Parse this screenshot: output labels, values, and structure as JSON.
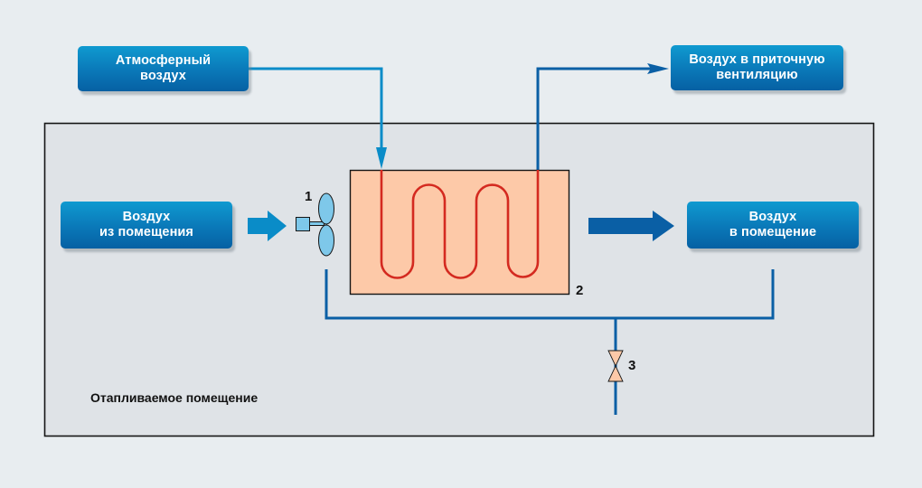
{
  "title": "Схема рекуперации тепла отапливаемого помещения",
  "boxes": {
    "atmospheric_air": {
      "line1": "Атмосферный",
      "line2": "воздух"
    },
    "supply_ventilation": {
      "line1": "Воздух в приточную",
      "line2": "вентиляцию"
    },
    "air_from_room": {
      "line1": "Воздух",
      "line2": "из помещения"
    },
    "air_to_room": {
      "line1": "Воздух",
      "line2": "в помещение"
    }
  },
  "labels": {
    "fan_number": "1",
    "exchanger_number": "2",
    "valve_number": "3",
    "heated_room": "Отапливаемое помещение"
  },
  "components": [
    {
      "id": "1",
      "name": "fan"
    },
    {
      "id": "2",
      "name": "heat-exchanger-coil"
    },
    {
      "id": "3",
      "name": "valve"
    }
  ],
  "colors": {
    "background": "#e8edf0",
    "room_fill": "#dfe3e7",
    "box_top": "#0f9ad0",
    "box_bottom": "#0660a3",
    "pipe_light": "#0a8cc8",
    "pipe_dark": "#0a5fa5",
    "exchanger_fill": "#fdc9a8",
    "coil": "#d42a20",
    "fan_fill": "#7ec8ea",
    "valve_fill": "#fdc9a8"
  }
}
